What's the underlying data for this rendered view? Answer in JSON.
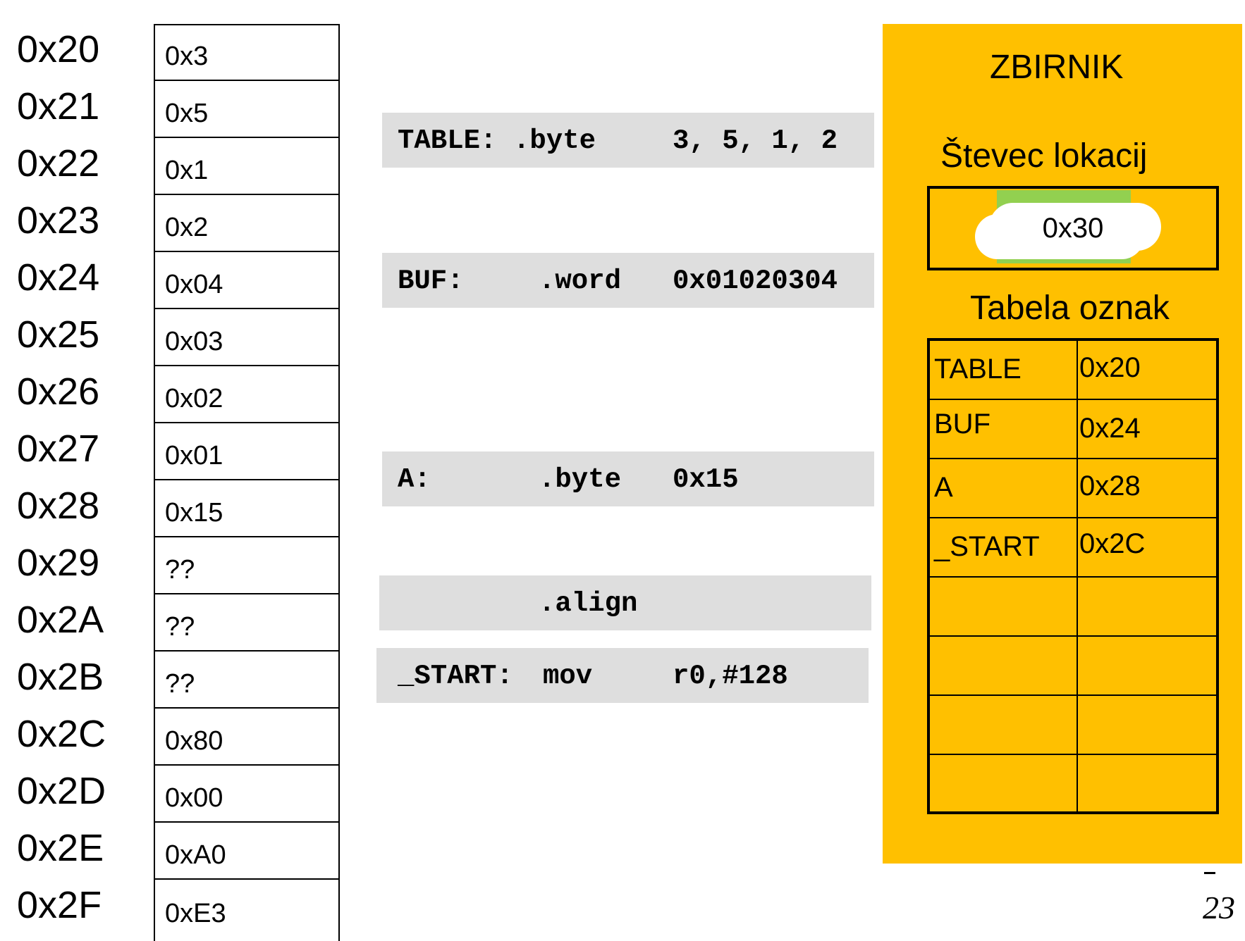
{
  "memory": [
    {
      "address": "0x20",
      "value": "0x3"
    },
    {
      "address": "0x21",
      "value": "0x5"
    },
    {
      "address": "0x22",
      "value": "0x1"
    },
    {
      "address": "0x23",
      "value": "0x2"
    },
    {
      "address": "0x24",
      "value": "0x04"
    },
    {
      "address": "0x25",
      "value": "0x03"
    },
    {
      "address": "0x26",
      "value": "0x02"
    },
    {
      "address": "0x27",
      "value": "0x01"
    },
    {
      "address": "0x28",
      "value": "0x15"
    },
    {
      "address": "0x29",
      "value": "??"
    },
    {
      "address": "0x2A",
      "value": "??"
    },
    {
      "address": "0x2B",
      "value": "??"
    },
    {
      "address": "0x2C",
      "value": "0x80"
    },
    {
      "address": "0x2D",
      "value": "0x00"
    },
    {
      "address": "0x2E",
      "value": "0xA0"
    },
    {
      "address": "0x2F",
      "value": "0xE3"
    }
  ],
  "code": [
    {
      "label": "TABLE:",
      "directive": ".byte",
      "operand": "3, 5, 1, 2"
    },
    {
      "label": "BUF:",
      "directive": ".word",
      "operand": "0x01020304"
    },
    {
      "label": "A:",
      "directive": ".byte",
      "operand": "0x15"
    },
    {
      "label": "",
      "directive": ".align",
      "operand": ""
    },
    {
      "label": "_START:",
      "directive": "mov",
      "operand": "r0,#128"
    }
  ],
  "assembler": {
    "title": "ZBIRNIK",
    "counter_label": "Števec lokacij",
    "counter_value": "0x30",
    "symtab_label": "Tabela oznak",
    "symbols": [
      {
        "name": "TABLE",
        "value": "0x20"
      },
      {
        "name": "BUF",
        "value": "0x24"
      },
      {
        "name": "A",
        "value": "0x28"
      },
      {
        "name": "_START",
        "value": "0x2C"
      },
      {
        "name": "",
        "value": ""
      },
      {
        "name": "",
        "value": ""
      },
      {
        "name": "",
        "value": ""
      },
      {
        "name": "",
        "value": ""
      }
    ],
    "colors": {
      "panel": "#ffc000",
      "highlight": "#92d050"
    }
  },
  "page_number": "23"
}
